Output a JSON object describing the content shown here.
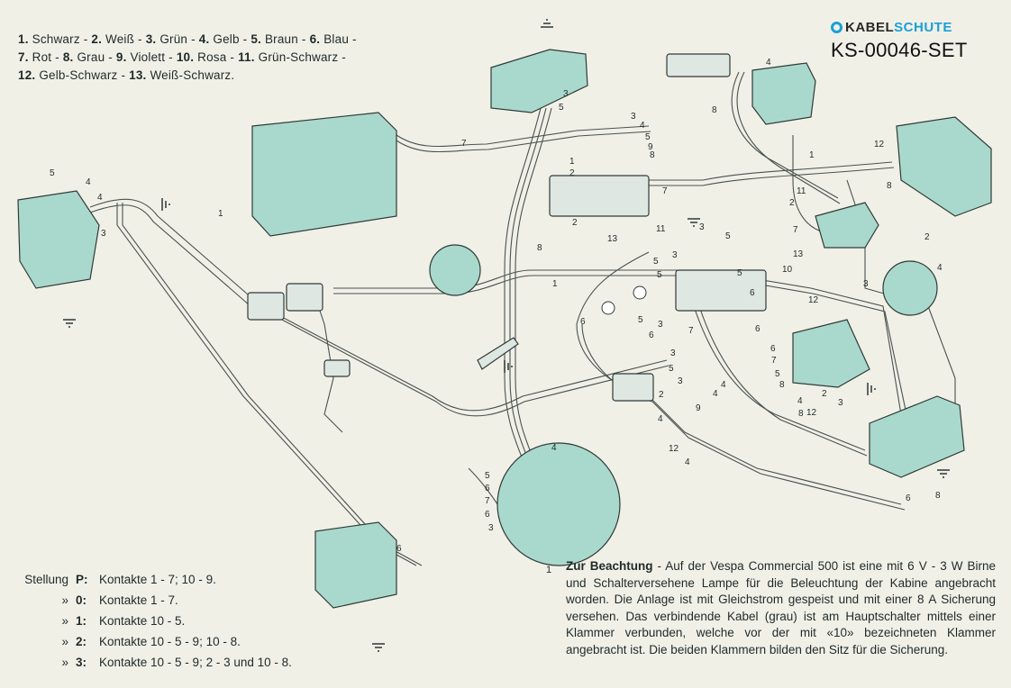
{
  "brand": {
    "logo_part1": "KABEL",
    "logo_part2": "SCHUTE",
    "code": "KS-00046-SET"
  },
  "legend": {
    "line1": [
      {
        "num": "1.",
        "name": "Schwarz"
      },
      {
        "num": "2.",
        "name": "Weiß"
      },
      {
        "num": "3.",
        "name": "Grün"
      },
      {
        "num": "4.",
        "name": "Gelb"
      },
      {
        "num": "5.",
        "name": "Braun"
      },
      {
        "num": "6.",
        "name": "Blau"
      }
    ],
    "line2": [
      {
        "num": "7.",
        "name": "Rot"
      },
      {
        "num": "8.",
        "name": "Grau"
      },
      {
        "num": "9.",
        "name": "Violett"
      },
      {
        "num": "10.",
        "name": "Rosa"
      },
      {
        "num": "11.",
        "name": "Grün-Schwarz"
      }
    ],
    "line3": [
      {
        "num": "12.",
        "name": "Gelb-Schwarz"
      },
      {
        "num": "13.",
        "name": "Weiß-Schwarz."
      }
    ]
  },
  "stellung": {
    "title": "Stellung",
    "ditto": "»",
    "rows": [
      {
        "pos": "P",
        "text": "Kontakte 1 - 7;  10 - 9."
      },
      {
        "pos": "0",
        "text": "Kontakte 1 - 7."
      },
      {
        "pos": "1",
        "text": "Kontakte 10 - 5."
      },
      {
        "pos": "2",
        "text": "Kontakte 10 - 5 - 9;  10 - 8."
      },
      {
        "pos": "3",
        "text": "Kontakte 10 - 5 - 9;  2 - 3  und  10 - 8."
      }
    ]
  },
  "note": {
    "num": "1",
    "title": "Zur Beachtung",
    "text": " - Auf der Vespa Commercial 500 ist eine mit 6 V - 3 W Birne und Schalterversehene Lampe für die Beleuchtung der Kabine angebracht worden. Die Anlage ist mit Gleichstrom gespeist und mit einer 8 A Sicherung versehen. Das verbindende Kabel (grau) ist am Hauptschalter mittels einer Klammer verbunden, welche vor der mit «10» bezeichneten Klammer angebracht ist. Die beiden Klammern bilden den Sitz für die Sicherung."
  },
  "wire_labels": [
    "5",
    "4",
    "4",
    "3",
    "1",
    "7",
    "3",
    "5",
    "3",
    "4",
    "5",
    "9",
    "8",
    "1",
    "2",
    "7",
    "2",
    "13",
    "11",
    "4",
    "8",
    "12",
    "8",
    "1",
    "11",
    "2",
    "7",
    "13",
    "2",
    "4",
    "3",
    "3",
    "5",
    "5",
    "5",
    "10",
    "12",
    "3",
    "8",
    "1",
    "5",
    "6",
    "6",
    "7",
    "6",
    "6",
    "5",
    "3",
    "3",
    "5",
    "3",
    "4",
    "4",
    "2",
    "4",
    "9",
    "4",
    "8",
    "6",
    "7",
    "5",
    "8",
    "12",
    "2",
    "3",
    "6",
    "8",
    "12",
    "4",
    "5",
    "6",
    "7",
    "6",
    "3",
    "4",
    "6"
  ],
  "colors": {
    "paper": "#f1f0e6",
    "component_fill": "#a9d9cc",
    "wire": "#4a5250"
  }
}
